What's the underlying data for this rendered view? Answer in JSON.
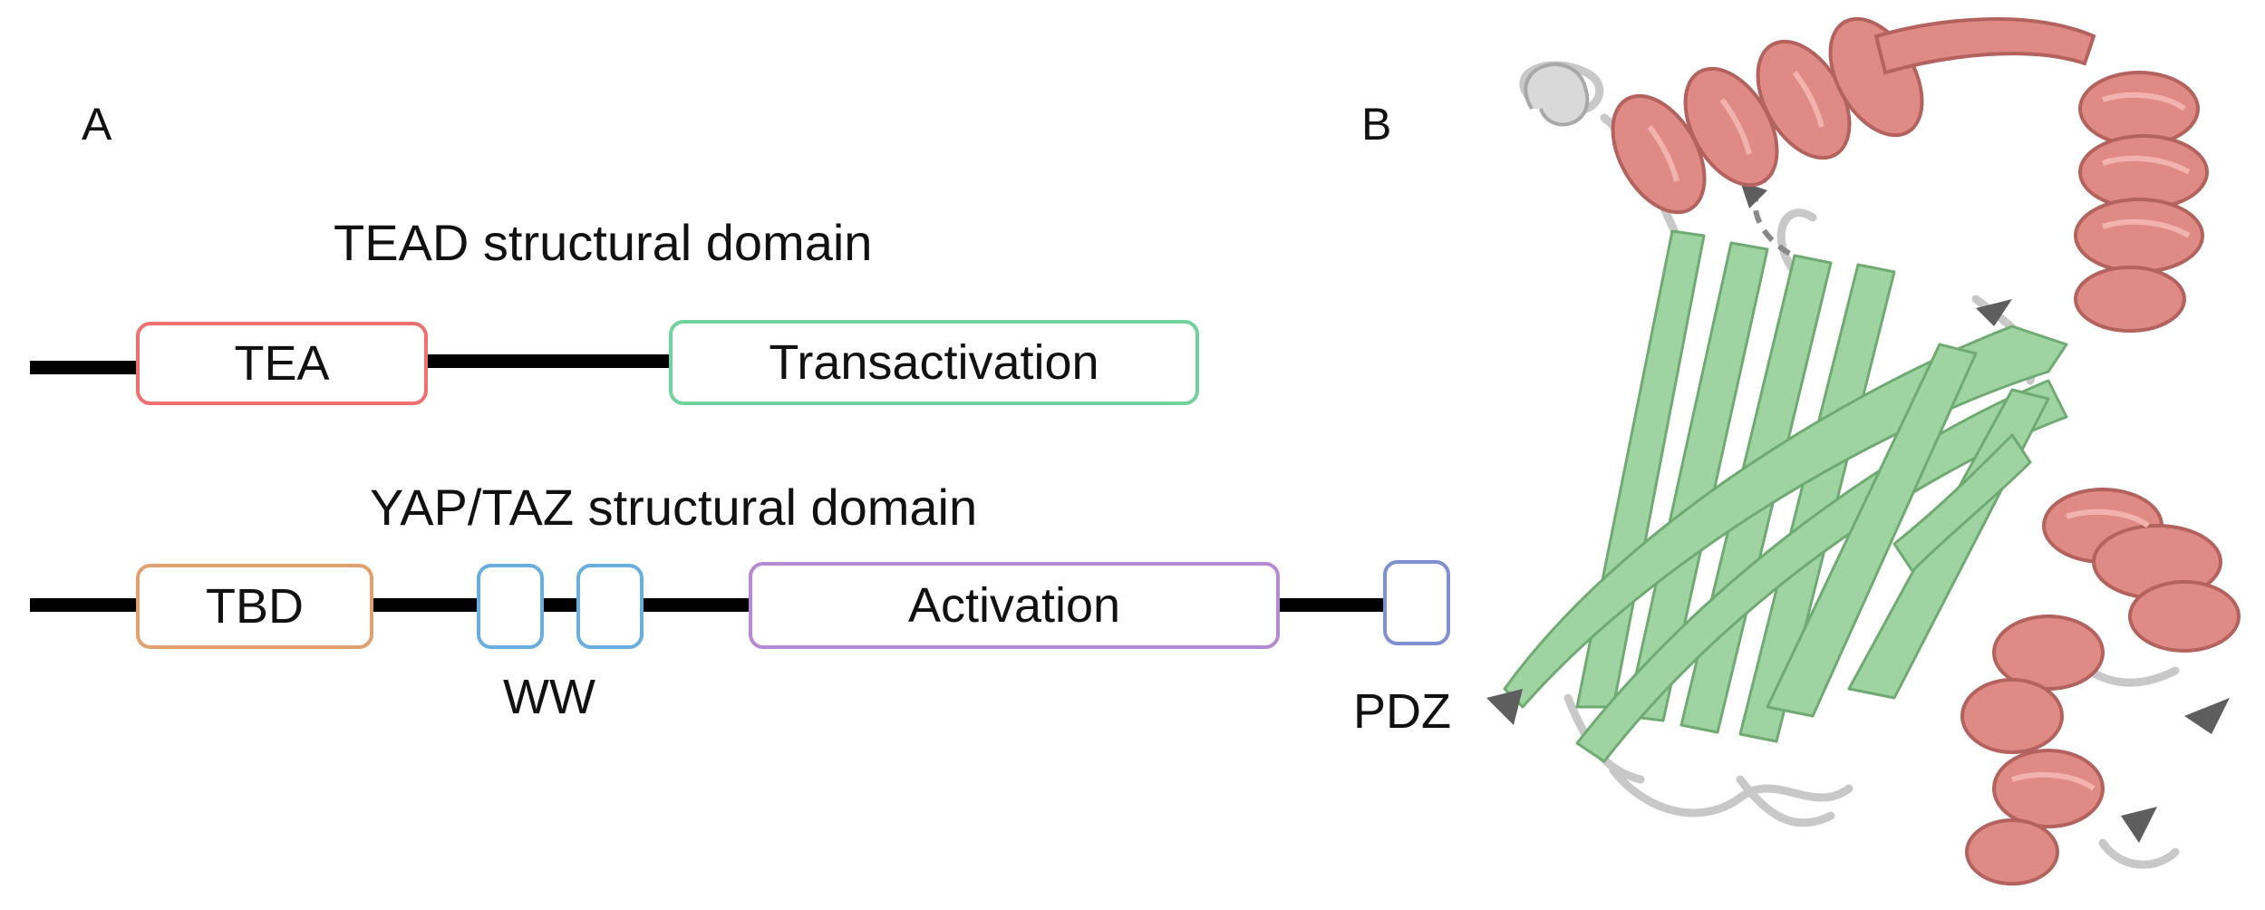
{
  "panel_a": {
    "letter": "A",
    "tead": {
      "heading": "TEAD  structural domain",
      "domains": {
        "tea": "TEA",
        "transactivation": "Transactivation"
      }
    },
    "yap_taz": {
      "heading": "YAP/TAZ  structural domain",
      "domains": {
        "tbd": "TBD",
        "activation": "Activation"
      },
      "labels": {
        "ww": "WW",
        "pdz": "PDZ"
      }
    }
  },
  "panel_b": {
    "letter": "B"
  },
  "colors": {
    "tea_border": "#f07070",
    "transactivation_border": "#6fd39b",
    "tbd_border": "#e0a070",
    "ww_border": "#6aaee0",
    "activation_border": "#b58ad4",
    "pdz_border": "#7f8fcf",
    "beta_sheet": "#9fd4a2",
    "helix": "#e08a86",
    "loop": "#c8c8c8"
  }
}
